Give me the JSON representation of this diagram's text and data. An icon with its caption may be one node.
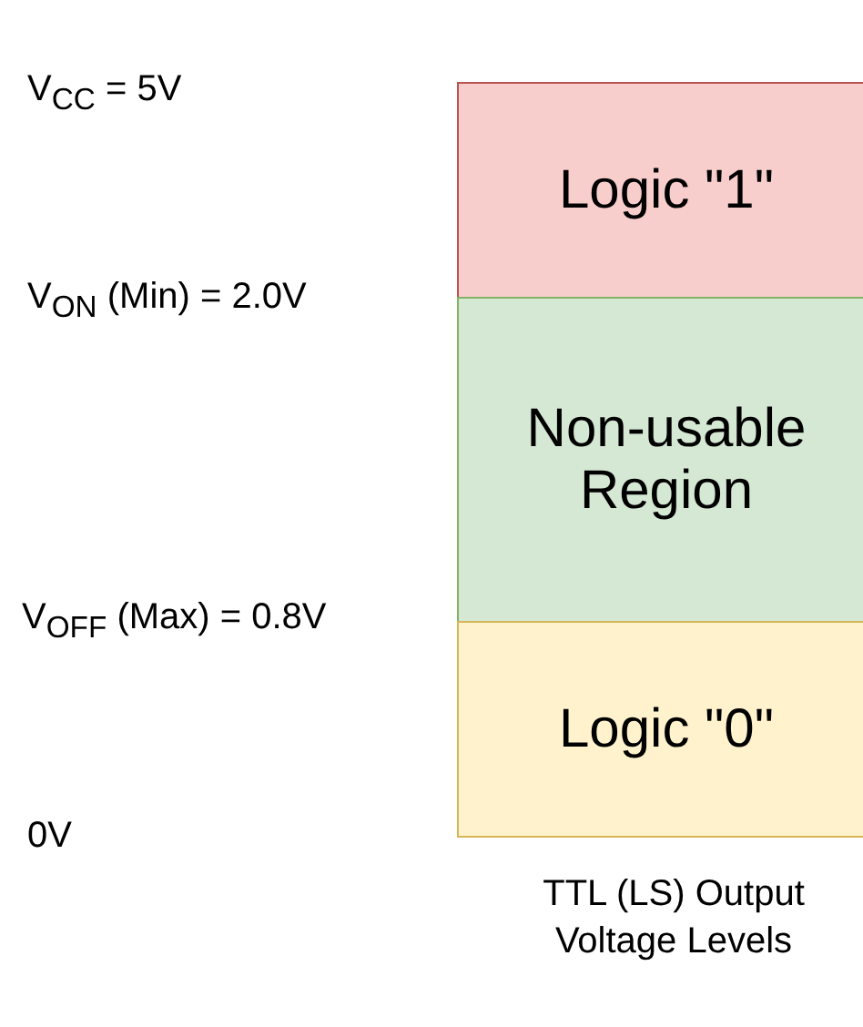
{
  "diagram": {
    "caption": "TTL (LS) Output Voltage Levels",
    "nodes": [
      {
        "text": [
          "Logic \"1\""
        ]
      },
      {
        "text": [
          "Non-usable Region"
        ]
      },
      {
        "text": [
          "Logic \"0\""
        ]
      }
    ],
    "labels": [
      "V$_{CC}$ = 5V",
      "V$_{ON}$ (Min) = 2.0V",
      "V$_{OFF}$ (Max) = 0.8V",
      "0V"
    ]
  }
}
